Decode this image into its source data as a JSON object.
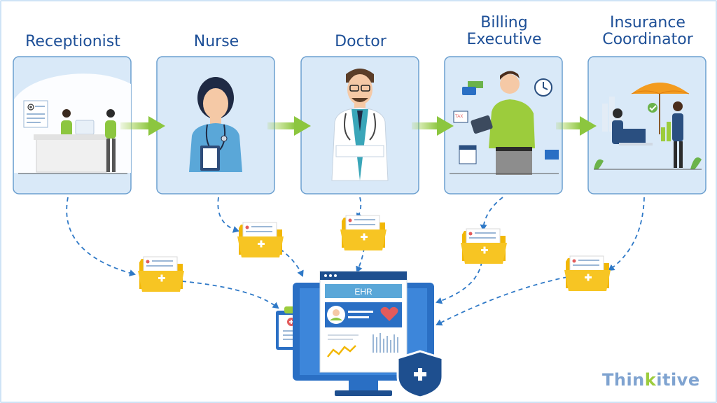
{
  "roles": [
    {
      "title": "Receptionist"
    },
    {
      "title": "Nurse"
    },
    {
      "title": "Doctor"
    },
    {
      "title": "Billing\nExecutive"
    },
    {
      "title": "Insurance\nCoordinator"
    }
  ],
  "ehr": {
    "title": "EHR"
  },
  "billing_tag": "TAX",
  "brand": {
    "prefix": "Thin",
    "dotted_letter": "k",
    "suffix": "itive"
  },
  "colors": {
    "title_blue": "#1d4f97",
    "card_bg": "#d9e9f8",
    "card_border": "#6b9fcf",
    "arrow_green": "#9ccc3c",
    "folder_yellow": "#f7c523",
    "monitor_blue": "#2a6fc4",
    "shield_navy": "#1e4f8f"
  }
}
